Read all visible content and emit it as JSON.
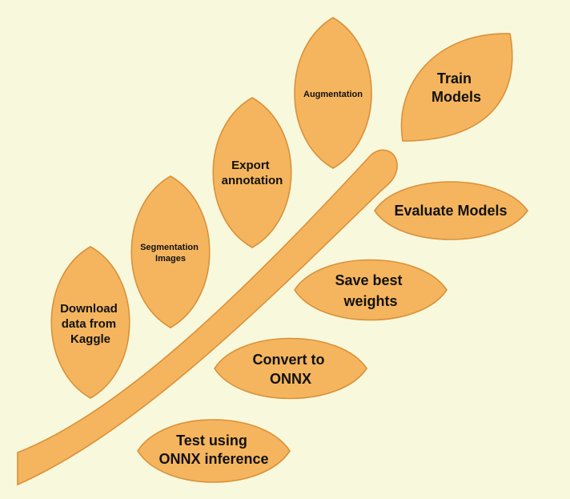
{
  "colors": {
    "background": "#f8f8dc",
    "leaf_fill": "#f5b55e",
    "leaf_stroke": "#d9913a",
    "text": "#111111"
  },
  "steps": [
    {
      "id": "download",
      "lines": [
        "Download",
        "data from",
        "Kaggle"
      ]
    },
    {
      "id": "segmentation",
      "lines": [
        "Segmentation",
        "Images"
      ]
    },
    {
      "id": "export",
      "lines": [
        "Export",
        "annotation"
      ]
    },
    {
      "id": "augmentation",
      "lines": [
        "Augmentation"
      ]
    },
    {
      "id": "train",
      "lines": [
        "Train",
        "Models"
      ]
    },
    {
      "id": "evaluate",
      "lines": [
        "Evaluate Models"
      ]
    },
    {
      "id": "save",
      "lines": [
        "Save best",
        "weights"
      ]
    },
    {
      "id": "convert",
      "lines": [
        "Convert to",
        "ONNX"
      ]
    },
    {
      "id": "test",
      "lines": [
        "Test using",
        "ONNX inference"
      ]
    }
  ]
}
